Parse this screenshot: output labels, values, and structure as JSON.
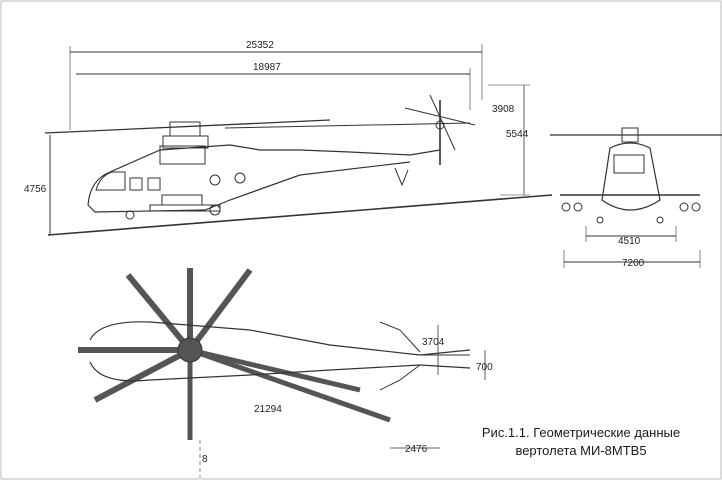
{
  "side_view": {
    "length_overall": "25352",
    "fuselage_length": "18987",
    "height_overall": "4756",
    "tail_rotor_height": "3908",
    "tail_height": "5544"
  },
  "front_view": {
    "wheel_track": "4510",
    "span": "7200"
  },
  "top_view": {
    "tail_span_a": "3704",
    "tail_span_b": "700",
    "rotor_radius": "21294",
    "tail_offset": "2476",
    "misc_label": "8"
  },
  "caption": {
    "line1": "Рис.1.1. Геометрические данные",
    "line2": "вертолета МИ-8МТВ5"
  }
}
